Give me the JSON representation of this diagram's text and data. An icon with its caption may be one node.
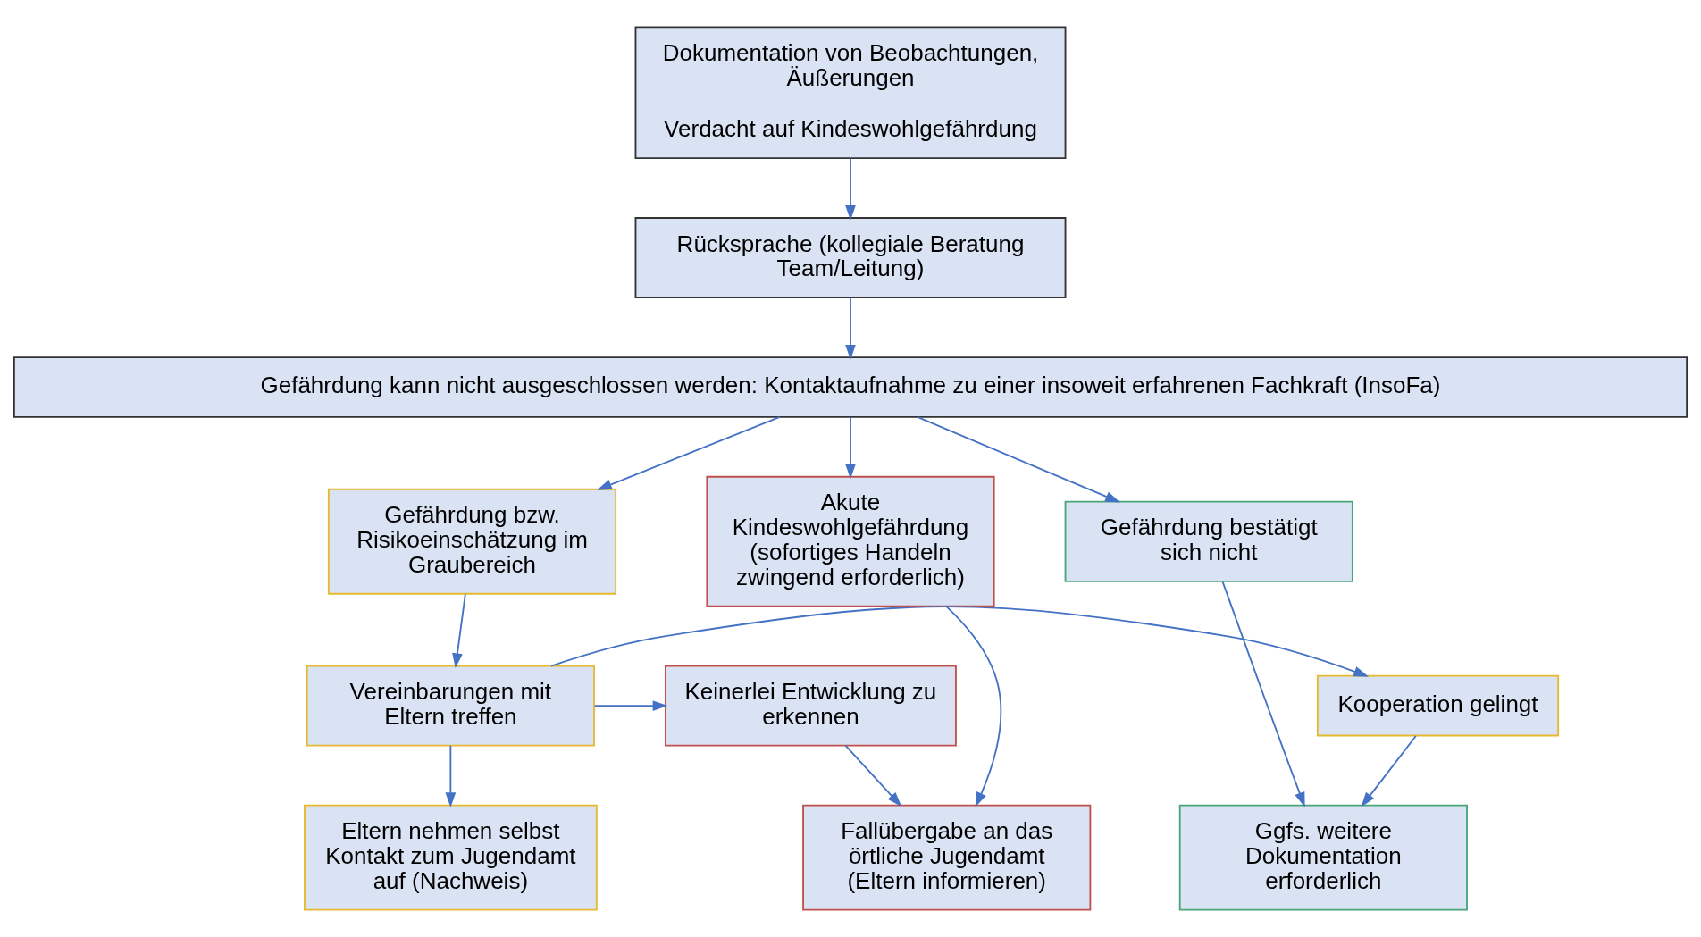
{
  "diagram": {
    "nodes": [
      {
        "text": [
          "Dokumentation von Beobachtungen, Äußerungen",
          "Verdacht auf Kindeswohlgefährdung"
        ]
      },
      {
        "text": [
          "Rücksprache (kollegiale Beratung Team/Leitung)"
        ]
      },
      {
        "text": [
          "Gefährdung kann nicht ausgeschlossen werden: Kontaktaufnahme zu einer insoweit erfahrenen Fachkraft (InsoFa)"
        ]
      },
      {
        "text": [
          "Akute Kindeswohlgefährdung (sofortiges Handeln zwingend erforderlich)"
        ]
      },
      {
        "text": [
          "Gefährdung bzw. Risikoeinschätzung im Graubereich"
        ]
      },
      {
        "text": [
          "Gefährdung bestätigt sich nicht"
        ]
      },
      {
        "text": [
          "Keinerlei Entwicklung zu erkennen"
        ]
      },
      {
        "text": [
          "Vereinbarungen mit Eltern treffen"
        ]
      },
      {
        "text": [
          "Kooperation gelingt"
        ]
      },
      {
        "text": [
          "Fallübergabe an das örtliche Jugendamt (Eltern informieren)"
        ]
      },
      {
        "text": [
          "Eltern nehmen selbst Kontakt zum Jugendamt auf (Nachweis)"
        ]
      },
      {
        "text": [
          "Ggfs. weitere Dokumentation erforderlich"
        ]
      }
    ],
    "edges": [
      {
        "from": 0,
        "to": 1,
        "arrow": "to"
      },
      {
        "from": 1,
        "to": 2,
        "arrow": "to"
      },
      {
        "from": 2,
        "to": 3,
        "arrow": "to"
      },
      {
        "from": 2,
        "to": 4,
        "arrow": "to"
      },
      {
        "from": 2,
        "to": 5,
        "arrow": "to"
      },
      {
        "from": 4,
        "to": 7,
        "arrow": "to"
      },
      {
        "from": 7,
        "to": 6,
        "arrow": "to"
      },
      {
        "from": 7,
        "to": 8,
        "arrow": "to"
      },
      {
        "from": 7,
        "to": 10,
        "arrow": "to"
      },
      {
        "from": 3,
        "to": 9,
        "arrow": "to"
      },
      {
        "from": 6,
        "to": 9,
        "arrow": "to"
      },
      {
        "from": 8,
        "to": 11,
        "arrow": "to"
      },
      {
        "from": 5,
        "to": 11,
        "arrow": "to"
      }
    ]
  }
}
